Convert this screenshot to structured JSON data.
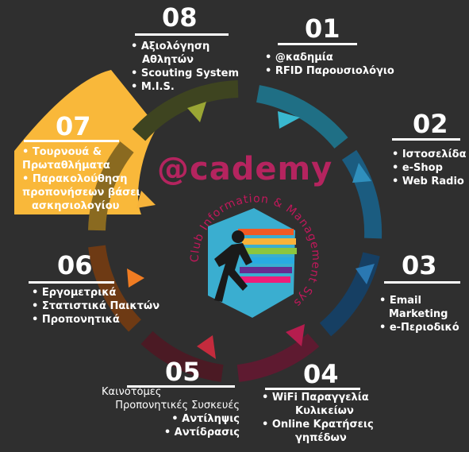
{
  "center": {
    "logo_text": "@cademy",
    "arc_text": "Club Information & Management System"
  },
  "segments": [
    {
      "number": "01",
      "color": "#39b8cf",
      "items": [
        "@καδημία",
        "RFID Παρουσιολόγιο"
      ]
    },
    {
      "number": "02",
      "color": "#2f8fbd",
      "items": [
        "Ιστοσελίδα",
        "e-Shop",
        "Web Radio"
      ]
    },
    {
      "number": "03",
      "color": "#2a78b2",
      "items": [
        "Email",
        "Marketing",
        "e-Περιοδικό"
      ]
    },
    {
      "number": "04",
      "color": "#b51d4e",
      "items": [
        "WiFi Παραγγελία",
        "Κυλικείων",
        "Online Κρατήσεις",
        "γηπέδων"
      ]
    },
    {
      "number": "05",
      "color": "#a51f3f",
      "items": [
        "Καινοτόμες",
        "Προπονητικές Συσκευές",
        "Αντίληψις",
        "Αντίδρασις"
      ]
    },
    {
      "number": "06",
      "color": "#f07c22",
      "items": [
        "Εργομετρικά",
        "Στατιστικά Παικτών",
        "Προπονητικά"
      ]
    },
    {
      "number": "07",
      "color": "#f7b33a",
      "items": [
        "Τουρνουά &",
        "Πρωταθλήματα",
        "Παρακολούθηση",
        "προπονήσεων βάσει",
        "ασκησιολογίου"
      ]
    },
    {
      "number": "08",
      "color": "#6d7a2c",
      "items": [
        "Αξιολόγηση",
        "Αθλητών",
        "Scouting System",
        "M.I.S."
      ]
    }
  ]
}
